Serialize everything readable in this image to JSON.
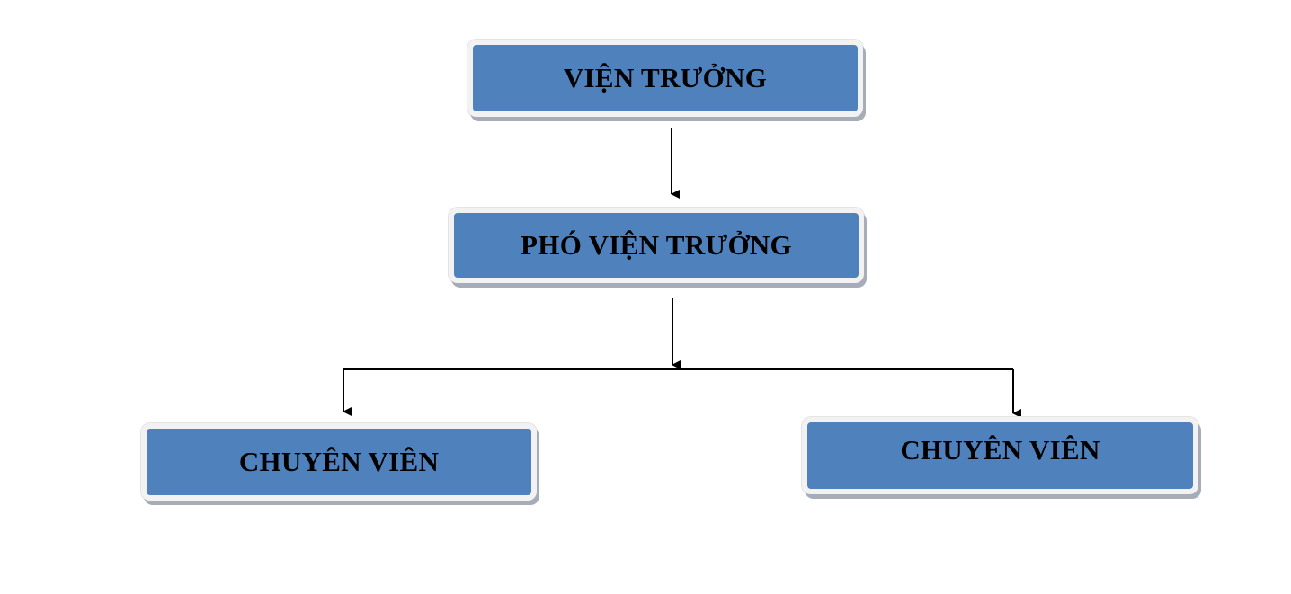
{
  "diagram": {
    "nodes": {
      "director": "VIỆN TRƯỞNG",
      "deputy": "PHÓ VIỆN TRƯỞNG",
      "staff_left": "CHUYÊN VIÊN",
      "staff_right": "CHUYÊN VIÊN"
    },
    "colors": {
      "box_fill": "#4f81bd",
      "box_border": "#f2f2f2",
      "box_shadow": "#a6adb8",
      "text": "#000000",
      "connector": "#000000"
    },
    "edges": [
      {
        "from": "director",
        "to": "deputy"
      },
      {
        "from": "deputy",
        "to": "staff_left"
      },
      {
        "from": "deputy",
        "to": "staff_right"
      }
    ]
  }
}
